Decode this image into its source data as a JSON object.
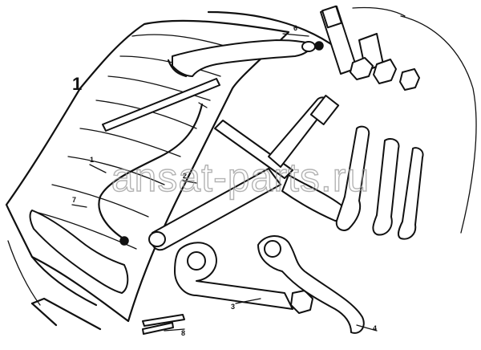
{
  "figure": {
    "number": "1",
    "watermark": "ansat-parts.ru"
  },
  "callouts": [
    {
      "id": "c1",
      "label": "1"
    },
    {
      "id": "c2",
      "label": "2"
    },
    {
      "id": "c3",
      "label": "3"
    },
    {
      "id": "c4",
      "label": "4"
    },
    {
      "id": "c6",
      "label": "6"
    },
    {
      "id": "c7",
      "label": "7"
    },
    {
      "id": "c8",
      "label": "8"
    }
  ]
}
